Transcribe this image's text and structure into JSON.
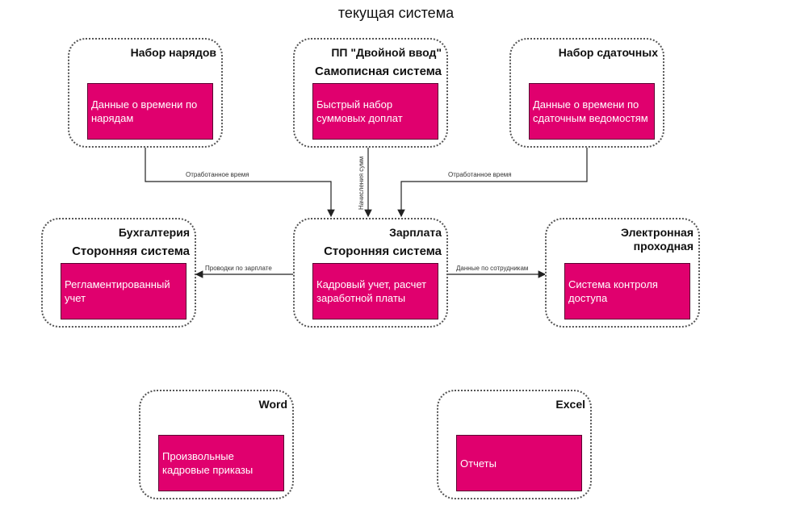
{
  "title": "текущая система",
  "nodes": {
    "orders": {
      "label": "Набор нарядов",
      "box": "Данные о времени по нарядам"
    },
    "double_entry": {
      "label": "ПП \"Двойной ввод\"",
      "sub": "Самописная система",
      "box": "Быстрый набор суммовых доплат"
    },
    "delivery": {
      "label": "Набор сдаточных",
      "box": "Данные о времени по сдаточным ведомостям"
    },
    "accounting": {
      "label": "Бухгалтерия",
      "sub": "Сторонняя система",
      "box": "Регламентированный учет"
    },
    "salary": {
      "label": "Зарплата",
      "sub": "Сторонняя система",
      "box": "Кадровый учет, расчет заработной платы"
    },
    "checkpoint": {
      "label": "Электронная проходная",
      "box": "Система контроля доступа"
    },
    "word": {
      "label": "Word",
      "box": "Произвольные кадровые приказы"
    },
    "excel": {
      "label": "Excel",
      "box": "Отчеты"
    }
  },
  "edges": {
    "orders_to_salary": "Отработанное время",
    "double_to_salary": "Начисления сумм",
    "delivery_to_salary": "Отработанное время",
    "salary_to_accounting": "Проводки по зарплате",
    "salary_to_checkpoint": "Данные по сотрудникам"
  },
  "colors": {
    "box_fill": "#e0006e",
    "box_border": "#5a0030",
    "group_border": "#555555",
    "arrow": "#222222"
  }
}
